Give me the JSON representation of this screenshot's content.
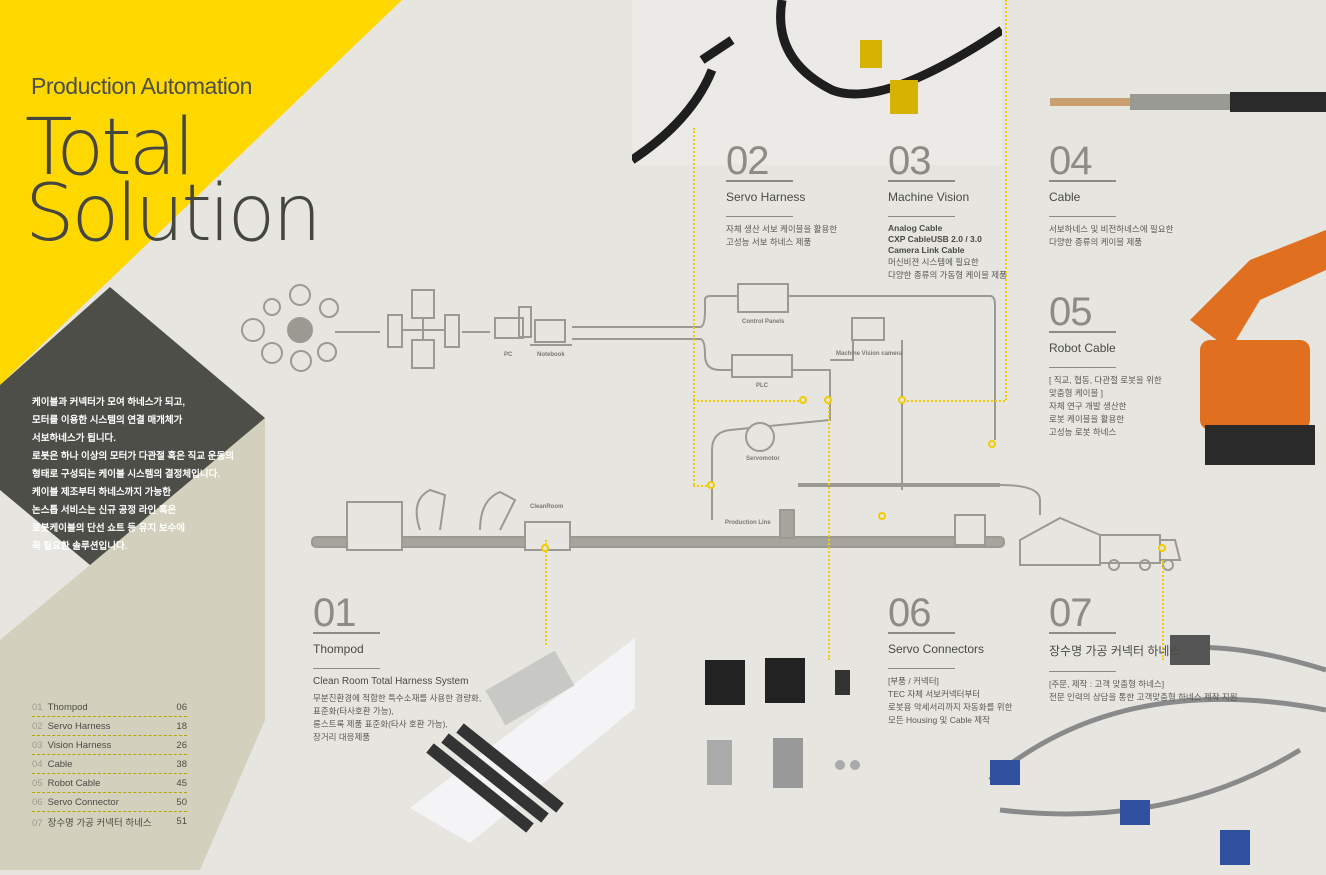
{
  "header": {
    "subtitle": "Production Automation",
    "title_line1": "Total",
    "title_line2": "Solution"
  },
  "intro": [
    "케이블과 커넥터가 모여 하네스가 되고,",
    "모터를 이용한 시스템의 연결 매개체가",
    "서보하네스가 됩니다.",
    "로봇은 하나 이상의 모터가 다관절 혹은 직교 운동의",
    "형태로 구성되는 케이블 시스템의 결정체입니다.",
    "케이블 제조부터 하네스까지 가능한",
    "논스톱 서비스는 신규 공정 라인 혹은",
    "로봇케이블의 단선 쇼트 등 유지 보수에",
    "꼭 필요한 솔루션입니다."
  ],
  "toc": [
    {
      "num": "01",
      "label": "Thompod",
      "page": "06"
    },
    {
      "num": "02",
      "label": "Servo Harness",
      "page": "18"
    },
    {
      "num": "03",
      "label": "Vision Harness",
      "page": "26"
    },
    {
      "num": "04",
      "label": "Cable",
      "page": "38"
    },
    {
      "num": "05",
      "label": "Robot Cable",
      "page": "45"
    },
    {
      "num": "06",
      "label": "Servo Connector",
      "page": "50"
    },
    {
      "num": "07",
      "label": "장수명 가공 커넥터 하네스",
      "page": "51"
    }
  ],
  "sections": {
    "s01": {
      "num": "01",
      "title": "Thompod",
      "subtitle": "Clean Room Total Harness System",
      "lines": [
        "무분진환경에 적합한 특수소재를 사용한 경량화,",
        "표준화(타사호환 가능),",
        "롱스트록 제품 표준화(타사 호환 가능),",
        "장거리 대응제품"
      ]
    },
    "s02": {
      "num": "02",
      "title": "Servo Harness",
      "lines": [
        "자체 생산 서보 케이블을 활용한",
        "고성능 서보 하네스 제품"
      ]
    },
    "s03": {
      "num": "03",
      "title": "Machine Vision",
      "bold_lines": [
        "Analog Cable",
        "CXP CableUSB 2.0 / 3.0",
        "Camera Link Cable"
      ],
      "lines": [
        "머신비젼 시스템에 필요한",
        "다양한 종류의 가동형 케이블 제품"
      ]
    },
    "s04": {
      "num": "04",
      "title": "Cable",
      "lines": [
        "서보하네스 및 비전하네스에 필요한",
        "다양한 종류의 케이블 제품"
      ]
    },
    "s05": {
      "num": "05",
      "title": "Robot Cable",
      "lines": [
        "[ 직교, 협동, 다관절 로봇을 위한",
        "맞춤형 케이블 ]",
        "자체 연구 개발 생산한",
        "로봇 케이블을 활용한",
        "고성능 로봇 하네스"
      ]
    },
    "s06": {
      "num": "06",
      "title": "Servo Connectors",
      "lines": [
        "[부품 / 커넥터]",
        "TEC 자체 서보커넥터부터",
        "로봇용 악세서리까지 자동화를 위한",
        "모든 Housing 및 Cable 제작"
      ]
    },
    "s07": {
      "num": "07",
      "title": "장수명 가공 커넥터 하네스",
      "lines": [
        "[주문, 제작 : 고객 맞춤형 하네스]",
        "전문 인력의 상담을 통한 고객맞춤형 하네스 제작 지원"
      ]
    }
  },
  "diagram": {
    "pc": "PC",
    "notebook": "Notebook",
    "control_panels": "Control Panels",
    "plc": "PLC",
    "machine_vision_camera": "Machine Vision camera",
    "servomotor": "Servomotor",
    "cleanroom": "CleanRoom",
    "production_line": "Production Line"
  },
  "colors": {
    "yellow": "#ffd800",
    "dark": "#4c4e47",
    "olive": "#d3d1bd",
    "bg": "#e6e5e0"
  }
}
